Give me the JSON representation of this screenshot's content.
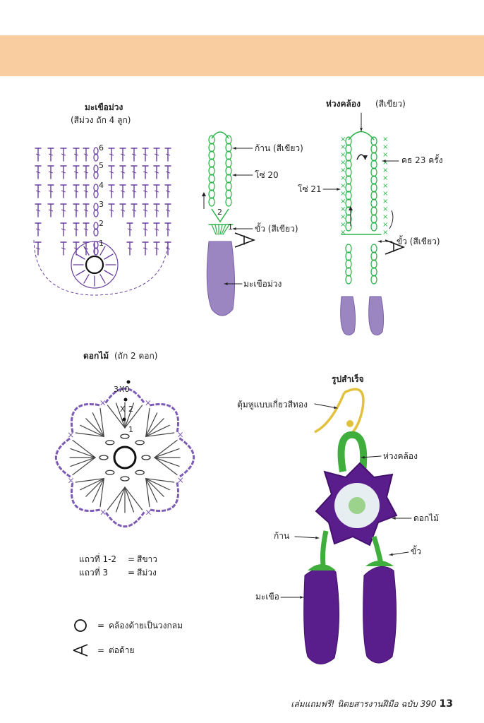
{
  "colors": {
    "band": "#f9cda0",
    "purple": "#9b86c2",
    "purple_dark": "#6a3fa0",
    "green": "#2db34a",
    "green_dark": "#1e7f33",
    "gold": "#e2c23c",
    "crochet_purple": "#5a1e8c",
    "crochet_green": "#3fae3d"
  },
  "eggplant_section": {
    "title": "มะเขือม่วง",
    "subtitle": "(สีม่วง ถัก 4 ลูก)",
    "row_numbers": [
      "1",
      "2",
      "3",
      "4",
      "5",
      "6"
    ],
    "labels": {
      "stem": "ก้าน (สีเขียว)",
      "chain": "โซ่ 20",
      "stalk": "ขั้ว (สีเขียว)",
      "eggplant": "มะเขือม่วง"
    },
    "marker_2": "2",
    "marker_1": "1"
  },
  "loop_section": {
    "title": "ห่วงคล้อง",
    "title_color": "(สีเขียว)",
    "sc_label": "คธ 23 ครั้ง",
    "chain_label": "โซ่ 21",
    "stalk_label": "ขั้ว (สีเขียว)"
  },
  "flower_section": {
    "title": "ดอกไม้",
    "subtitle": "(ถัก 2 ดอก)",
    "row_markers": [
      "3",
      "2",
      "1"
    ],
    "x_marker_3": "X0",
    "x_marker_2": "X",
    "legend_rows": [
      {
        "label": "แถวที่ 1-2",
        "eq": "=",
        "value": "สีขาว"
      },
      {
        "label": "แถวที่ 3",
        "eq": "=",
        "value": "สีม่วง"
      }
    ]
  },
  "finished_section": {
    "title": "รูปสำเร็จ",
    "hook_label": "ตุ้มหูแบบเกี่ยวสีทอง",
    "loop_label": "ห่วงคล้อง",
    "flower_label": "ดอกไม้",
    "stem_label": "ก้าน",
    "stalk_label": "ขั้ว",
    "eggplant_label": "มะเขือ"
  },
  "symbol_legend": [
    {
      "symbol": "circle",
      "eq": "=",
      "text": "คล้องด้ายเป็นวงกลม"
    },
    {
      "symbol": "join",
      "eq": "=",
      "text": "ต่อด้าย"
    }
  ],
  "footer": {
    "text": "เล่มแถมฟรี! นิตยสารงานฝีมือ ฉบับ 390",
    "page": "13"
  }
}
